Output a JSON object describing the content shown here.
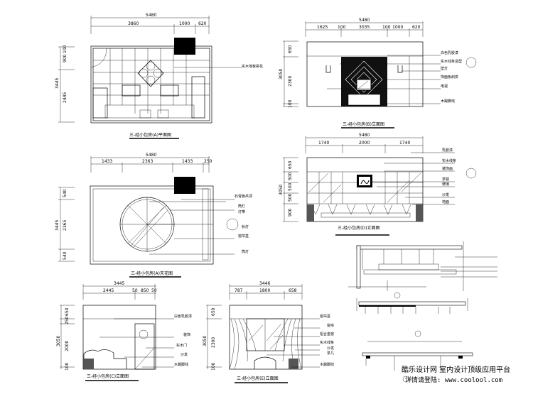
{
  "sheet": {
    "drawings": {
      "plan_a": {
        "title": "三-经小包房(A)平面图",
        "dims_top": [
          "5480",
          "3860",
          "1000",
          "620"
        ],
        "dims_left": [
          "3445",
          "900",
          "100",
          "2445"
        ],
        "labels": [
          "实木地板拼花"
        ]
      },
      "elev_b": {
        "title": "三-经小包房(B)立面图",
        "dims_top": [
          "5480",
          "1625",
          "100",
          "3035",
          "100",
          "1000",
          "620"
        ],
        "dims_left": [
          "3050",
          "650",
          "2300",
          "100"
        ],
        "labels": [
          "白色乳胶漆",
          "实木线条造型",
          "壁灯",
          "饰面板斜拼",
          "电视",
          "木踢脚线"
        ]
      },
      "ceiling_a": {
        "title": "三-经小包房(A)天花图",
        "dims_top": [
          "5480",
          "1433",
          "2363",
          "1433",
          "250"
        ],
        "dims_left": [
          "3445",
          "540",
          "2365",
          "540"
        ],
        "labels": [
          "石膏板吊顶",
          "筒灯",
          "灯带",
          "射灯",
          "窗帘盒",
          "筒灯"
        ]
      },
      "elev_d": {
        "title": "三-经小包房(D)立面图",
        "dims_top": [
          "5480",
          "1740",
          "2000",
          "1740"
        ],
        "dims_left": [
          "3050",
          "650",
          "500",
          "500",
          "500",
          "900"
        ],
        "labels": [
          "乳胶漆",
          "实木线条",
          "装饰画",
          "茶镜",
          "玻璃",
          "沙发",
          "地面"
        ]
      },
      "elev_c": {
        "title": "三-经小包房(C)立面图",
        "dims_top": [
          "3445",
          "2445",
          "50",
          "850",
          "50"
        ],
        "dims_left": [
          "3050",
          "650",
          "250",
          "2000",
          "100"
        ],
        "labels": [
          "白色乳胶漆",
          "装饰",
          "实木门",
          "沙发",
          "木踢脚线"
        ]
      },
      "elev_e": {
        "title": "三-经小包房(E)立面图",
        "dims_top": [
          "3446",
          "787",
          "1800",
          "658"
        ],
        "dims_left": [
          "3050",
          "650",
          "2300",
          "100"
        ],
        "labels": [
          "窗帘盒",
          "窗帘",
          "铝合金窗",
          "实木线条",
          "沙发",
          "茶几",
          "木踢脚线"
        ]
      }
    },
    "watermark": {
      "line1": "酷乐设计网 室内设计顶级应用平台",
      "line2": "详情请登陆: www.coolool.com"
    }
  }
}
